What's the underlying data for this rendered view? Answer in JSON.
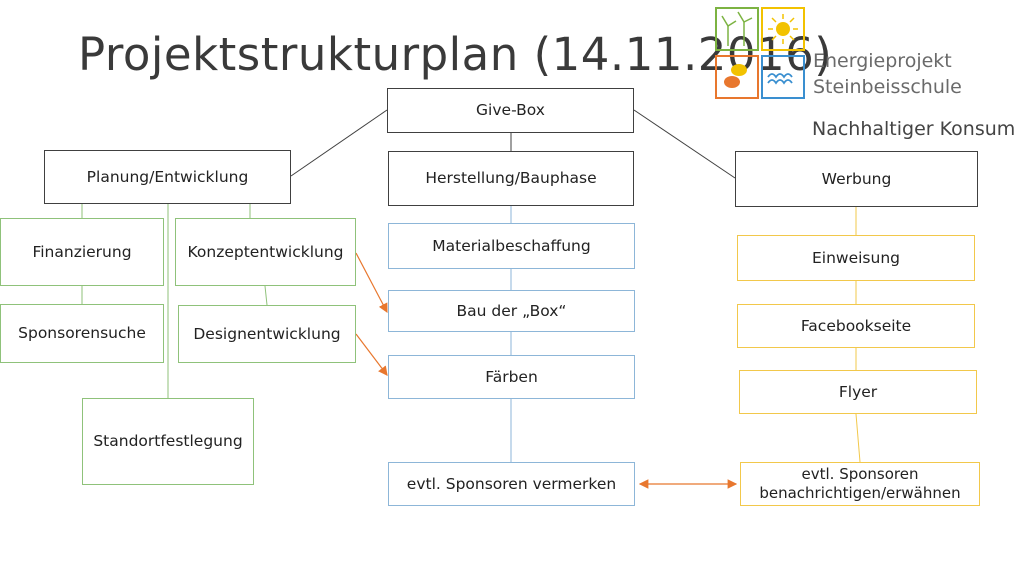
{
  "title": "Projektstrukturplan (14.11.2016)",
  "logo": {
    "line1": "Energieprojekt",
    "line2": "Steinbeisschule",
    "icons": [
      "wind-turbine-icon",
      "sun-icon",
      "speech-bubbles-icon",
      "waves-icon"
    ],
    "colors": {
      "green": "#7cb342",
      "yellow": "#f2c200",
      "orange": "#e8772e",
      "blue": "#3a8fd0"
    }
  },
  "subtitle": "Nachhaltiger Konsum",
  "nodes": {
    "root": "Give-Box",
    "planung": "Planung/Entwicklung",
    "herstellung": "Herstellung/Bauphase",
    "werbung": "Werbung",
    "finanzierung": "Finanzierung",
    "konzept": "Konzeptentwicklung",
    "sponsorensuche": "Sponsorensuche",
    "design": "Designentwicklung",
    "standort": "Standortfestlegung",
    "material": "Materialbeschaffung",
    "bau": "Bau der „Box“",
    "faerben": "Färben",
    "vermerken": "evtl. Sponsoren vermerken",
    "einweisung": "Einweisung",
    "facebook": "Facebookseite",
    "flyer": "Flyer",
    "benachrichtigen": "evtl. Sponsoren benachrichtigen/erwähnen"
  },
  "colors": {
    "dark_border": "#404040",
    "planung_branch": "#8fc27a",
    "herstellung_branch": "#8db6d8",
    "werbung_branch": "#f2c84b",
    "arrow": "#e8772e"
  }
}
